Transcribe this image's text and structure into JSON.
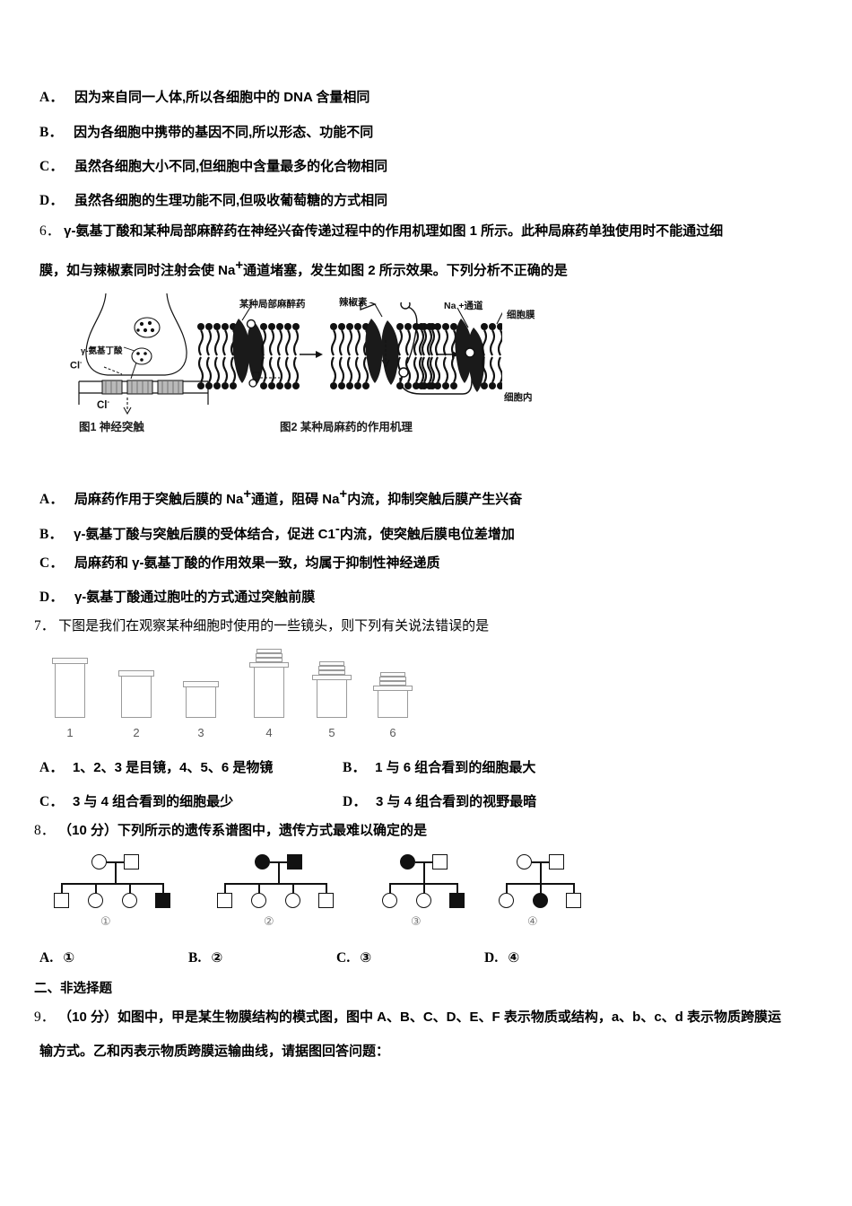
{
  "document": {
    "type": "exam-paper",
    "subject_hint": "biology"
  },
  "q5_options": [
    {
      "label": "A．",
      "text": "因为来自同一人体,所以各细胞中的 DNA 含量相同"
    },
    {
      "label": "B．",
      "text": "因为各细胞中携带的基因不同,所以形态、功能不同"
    },
    {
      "label": "C．",
      "text": "虽然各细胞大小不同,但细胞中含量最多的化合物相同"
    },
    {
      "label": "D．",
      "text": "虽然各细胞的生理功能不同,但吸收葡萄糖的方式相同"
    }
  ],
  "q6": {
    "number": "6．",
    "stem_line1": "γ-氨基丁酸和某种局部麻醉药在神经兴奋传递过程中的作用机理如图 1 所示。此种局麻药单独使用时不能通过细",
    "stem_line2_a": "膜，如与辣椒素同时注射会使 Na",
    "stem_line2_sup": "+",
    "stem_line2_b": "通道堵塞，发生如图 2 所示效果。下列分析不正确的是",
    "options": [
      {
        "label": "A．",
        "a": "局麻药作用于突触后膜的 Na",
        "sup1": "+",
        "b": "通道，阻碍 Na",
        "sup2": "+",
        "c": "内流，抑制突触后膜产生兴奋"
      },
      {
        "label": "B．",
        "a": "γ-氨基丁酸与突触后膜的受体结合，促进 C1",
        "sup1": "-",
        "b": "内流，使突触后膜电位差增加",
        "sup2": "",
        "c": ""
      },
      {
        "label": "C．",
        "a": "局麻药和 γ-氨基丁酸的作用效果一致，均属于抑制性神经递质",
        "sup1": "",
        "b": "",
        "sup2": "",
        "c": ""
      },
      {
        "label": "D．",
        "a": "γ-氨基丁酸通过胞吐的方式通过突触前膜",
        "sup1": "",
        "b": "",
        "sup2": "",
        "c": ""
      }
    ],
    "figure1": {
      "caption": "图1  神经突触",
      "labels": [
        {
          "text": "γ-氨基丁酸"
        },
        {
          "text": "Cl"
        },
        {
          "text": "Cl"
        }
      ]
    },
    "figure2": {
      "caption": "图2  某种局麻药的作用机理",
      "labels": [
        {
          "text": "某种局部麻醉药"
        },
        {
          "text": "辣椒素"
        },
        {
          "text": "Na +通道"
        },
        {
          "text": "细胞膜"
        },
        {
          "text": "细胞内"
        }
      ]
    }
  },
  "q7": {
    "number": "7．",
    "stem": "下图是我们在观察某种细胞时使用的一些镜头，则下列有关说法错误的是",
    "lenses": [
      {
        "num": "1",
        "kind": "ocular",
        "body_h": 62,
        "body_w": 30,
        "rings": 0
      },
      {
        "num": "2",
        "kind": "ocular",
        "body_h": 48,
        "body_w": 30,
        "rings": 0
      },
      {
        "num": "3",
        "kind": "ocular",
        "body_h": 36,
        "body_w": 30,
        "rings": 0
      },
      {
        "num": "4",
        "kind": "objective",
        "body_h": 58,
        "body_w": 30,
        "rings": 3
      },
      {
        "num": "5",
        "kind": "objective",
        "body_h": 44,
        "body_w": 30,
        "rings": 3
      },
      {
        "num": "6",
        "kind": "objective",
        "body_h": 32,
        "body_w": 30,
        "rings": 3
      }
    ],
    "options": [
      {
        "label": "A．",
        "text": "1、2、3 是目镜，4、5、6 是物镜"
      },
      {
        "label": "B．",
        "text": "1 与 6 组合看到的细胞最大"
      },
      {
        "label": "C．",
        "text": "3 与 4 组合看到的细胞最少"
      },
      {
        "label": "D．",
        "text": "3 与 4 组合看到的视野最暗"
      }
    ]
  },
  "q8": {
    "number": "8．",
    "score": "（10 分）",
    "stem": "下列所示的遗传系谱图中，遗传方式最难以确定的是",
    "pedigrees": [
      {
        "tag": "①",
        "parents": [
          {
            "shape": "circle",
            "filled": false
          },
          {
            "shape": "square",
            "filled": false
          }
        ],
        "children": [
          {
            "shape": "square",
            "filled": false
          },
          {
            "shape": "circle",
            "filled": false
          },
          {
            "shape": "circle",
            "filled": false
          },
          {
            "shape": "square",
            "filled": true
          }
        ]
      },
      {
        "tag": "②",
        "parents": [
          {
            "shape": "circle",
            "filled": true
          },
          {
            "shape": "square",
            "filled": true
          }
        ],
        "children": [
          {
            "shape": "square",
            "filled": false
          },
          {
            "shape": "circle",
            "filled": false
          },
          {
            "shape": "circle",
            "filled": false
          },
          {
            "shape": "square",
            "filled": false
          }
        ]
      },
      {
        "tag": "③",
        "parents": [
          {
            "shape": "circle",
            "filled": true
          },
          {
            "shape": "square",
            "filled": false
          }
        ],
        "children": [
          {
            "shape": "circle",
            "filled": false
          },
          {
            "shape": "circle",
            "filled": false
          },
          {
            "shape": "square",
            "filled": true
          }
        ]
      },
      {
        "tag": "④",
        "parents": [
          {
            "shape": "circle",
            "filled": false
          },
          {
            "shape": "square",
            "filled": false
          }
        ],
        "children": [
          {
            "shape": "circle",
            "filled": false
          },
          {
            "shape": "circle",
            "filled": true
          },
          {
            "shape": "square",
            "filled": false
          }
        ]
      }
    ],
    "options": [
      {
        "label": "A.",
        "text": "①"
      },
      {
        "label": "B.",
        "text": "②"
      },
      {
        "label": "C.",
        "text": "③"
      },
      {
        "label": "D.",
        "text": "④"
      }
    ]
  },
  "section2": {
    "heading": "二、非选择题"
  },
  "q9": {
    "number": "9．",
    "score": "（10 分）",
    "line1": "如图中，甲是某生物膜结构的模式图，图中 A、B、C、D、E、F 表示物质或结构，a、b、c、d 表示物质跨膜运",
    "line2": "输方式。乙和丙表示物质跨膜运输曲线，请据图回答问题："
  }
}
